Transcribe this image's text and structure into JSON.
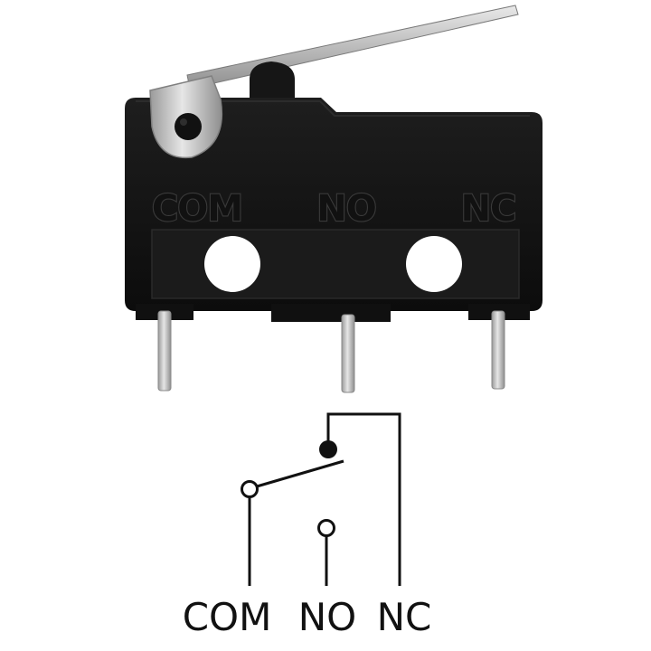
{
  "switch_body_labels": {
    "com": "COM",
    "no": "NO",
    "nc": "NC"
  },
  "schematic_labels": {
    "com": "COM",
    "no": "NO",
    "nc": "NC"
  },
  "colors": {
    "body": "#141414",
    "terminal_strip": "#1c1c1c",
    "metal": "#c9c9c9",
    "wire": "#111111"
  }
}
